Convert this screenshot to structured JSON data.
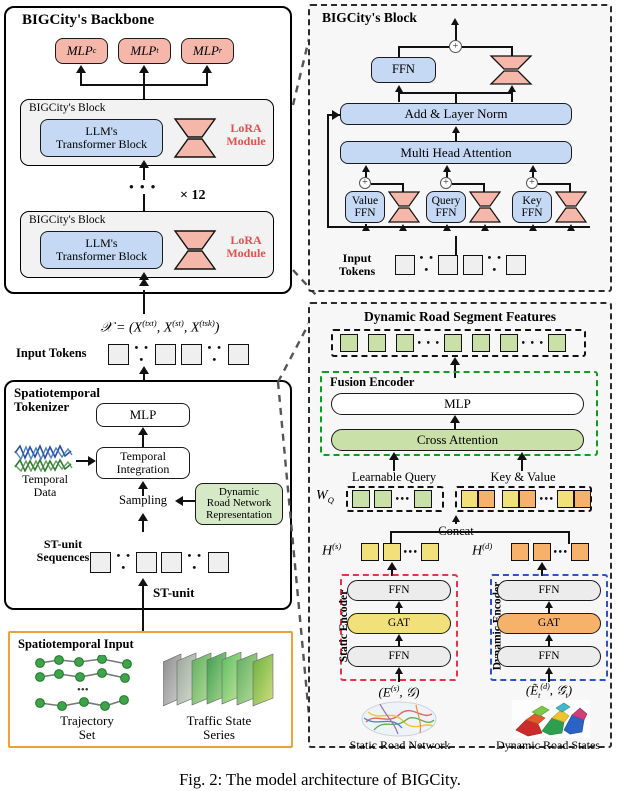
{
  "figure": {
    "caption": "Fig. 2: The model architecture of BIGCity."
  },
  "backbone": {
    "title": "BIGCity's Backbone",
    "heads": [
      {
        "name": "mlp-c",
        "label": "MLP",
        "sub": "c"
      },
      {
        "name": "mlp-t",
        "label": "MLP",
        "sub": "t"
      },
      {
        "name": "mlp-r",
        "label": "MLP",
        "sub": "r"
      }
    ],
    "repeat_label": "× 12",
    "ellipsis": "• • •",
    "blocks": [
      {
        "title": "BIGCity's Block",
        "transformer_label_line1": "LLM's",
        "transformer_label_line2": "Transformer Block",
        "lora_line1": "LoRA",
        "lora_line2": "Module"
      },
      {
        "title": "BIGCity's Block",
        "transformer_label_line1": "LLM's",
        "transformer_label_line2": "Transformer Block",
        "lora_line1": "LoRA",
        "lora_line2": "Module"
      }
    ]
  },
  "tokens_equation": "𝒳 = (X (txt), X (st), X (tsk))",
  "input_tokens": {
    "label_line1": "Input Tokens",
    "ellipsis": "• • •"
  },
  "tokenizer": {
    "title_line1": "Spatiotemporal",
    "title_line2": "Tokenizer",
    "mlp_label": "MLP",
    "temporal_integration_line1": "Temporal",
    "temporal_integration_line2": "Integration",
    "temporal_data_line1": "Temporal",
    "temporal_data_line2": "Data",
    "sampling_label": "Sampling",
    "dynamic_repr_line1": "Dynamic",
    "dynamic_repr_line2": "Road Network",
    "dynamic_repr_line3": "Representation",
    "stunit_seq_line1": "ST-unit",
    "stunit_seq_line2": "Sequences",
    "stunit_label": "ST-unit",
    "ellipsis": "• • •"
  },
  "spatiotemporal_input": {
    "title": "Spatiotemporal Input",
    "trajectory_line1": "Trajectory",
    "trajectory_line2": "Set",
    "traffic_line1": "Traffic State",
    "traffic_line2": "Series",
    "trajectory_ellipsis": "•••"
  },
  "block_detail": {
    "title": "BIGCity's Block",
    "ffn_label": "FFN",
    "add_norm_label": "Add & Layer Norm",
    "attention_label": "Multi Head Attention",
    "value_ffn_line1": "Value",
    "value_ffn_line2": "FFN",
    "query_ffn_line1": "Query",
    "query_ffn_line2": "FFN",
    "key_ffn_line1": "Key",
    "key_ffn_line2": "FFN",
    "input_tokens_line1": "Input",
    "input_tokens_line2": "Tokens",
    "plus": "+",
    "ellipsis": "• • •"
  },
  "road_repr": {
    "title": "Dynamic Road Segment Features",
    "fusion_encoder_title": "Fusion  Encoder",
    "mlp_label": "MLP",
    "cross_attention_label": "Cross Attention",
    "learnable_query_label": "Learnable Query",
    "key_value_label": "Key & Value",
    "wq_label": "W",
    "wq_sub": "Q",
    "concat_label": "Concat",
    "hs_label": "H",
    "hs_sup": "(s)",
    "hd_label": "H",
    "hd_sup": "(d)",
    "static_encoder_label": "Static Encoder",
    "dynamic_encoder_label": "Dynamic Encoder",
    "ffn_label": "FFN",
    "gat_label": "GAT",
    "static_input_eq": "(E (s), 𝒢)",
    "dynamic_input_eq": "(Ẽ t(d), 𝒢̃ t)",
    "static_caption": "Static Road Network",
    "dynamic_caption": "Dynamic Road States",
    "ellipsis": "• • •",
    "ellipsis_short": "•••"
  },
  "colors": {
    "pink": "#f6b7ab",
    "blue": "#c5d9f5",
    "green_light": "#c9e0a8",
    "green_pale": "#d6e9c6",
    "yellow": "#f2e07a",
    "orange": "#f6b26b",
    "orange_border": "#E8A33D",
    "green_dash": "#0f9d23",
    "red_dash": "#e8344a",
    "blue_dash": "#2b55c4",
    "lora_text": "#e0524f"
  }
}
